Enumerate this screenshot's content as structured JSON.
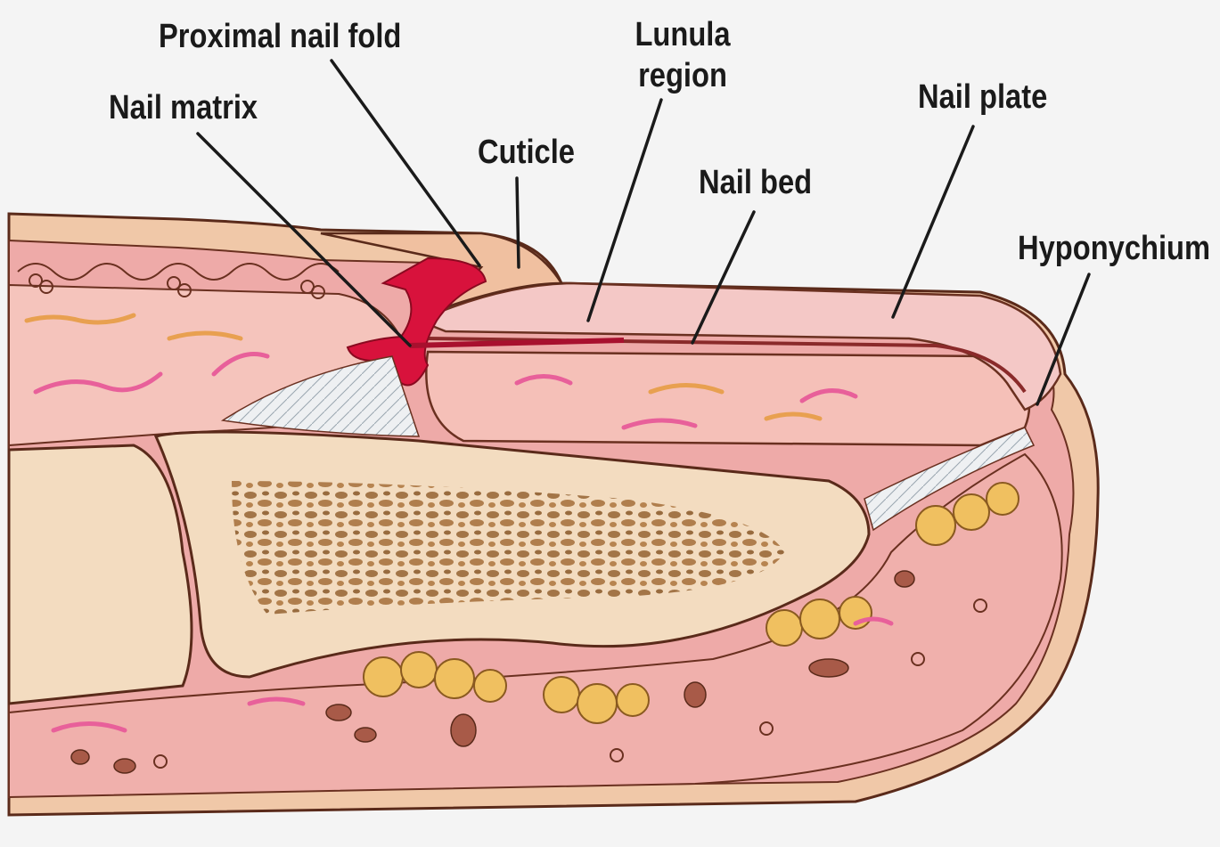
{
  "labels": {
    "proximal_nail_fold": "Proximal nail fold",
    "lunula_region_line1": "Lunula",
    "lunula_region_line2": "region",
    "nail_matrix": "Nail matrix",
    "cuticle": "Cuticle",
    "nail_bed": "Nail bed",
    "nail_plate": "Nail plate",
    "hyponychium": "Hyponychium"
  },
  "colors": {
    "background": "#f4f4f4",
    "skin_outer": "#f0c8a8",
    "dermis": "#eeaaa8",
    "dermis_light": "#f5c4bc",
    "bone": "#f3dcc0",
    "bone_trabecular": "#9a6a3a",
    "matrix_red": "#d8123c",
    "nail_plate": "#f4c8c6",
    "fat": "#f0c060",
    "vessel_pink": "#e8609a",
    "vessel_orange": "#e8a050",
    "outline": "#5a2a1a",
    "leader_line": "#1a1a1a"
  }
}
